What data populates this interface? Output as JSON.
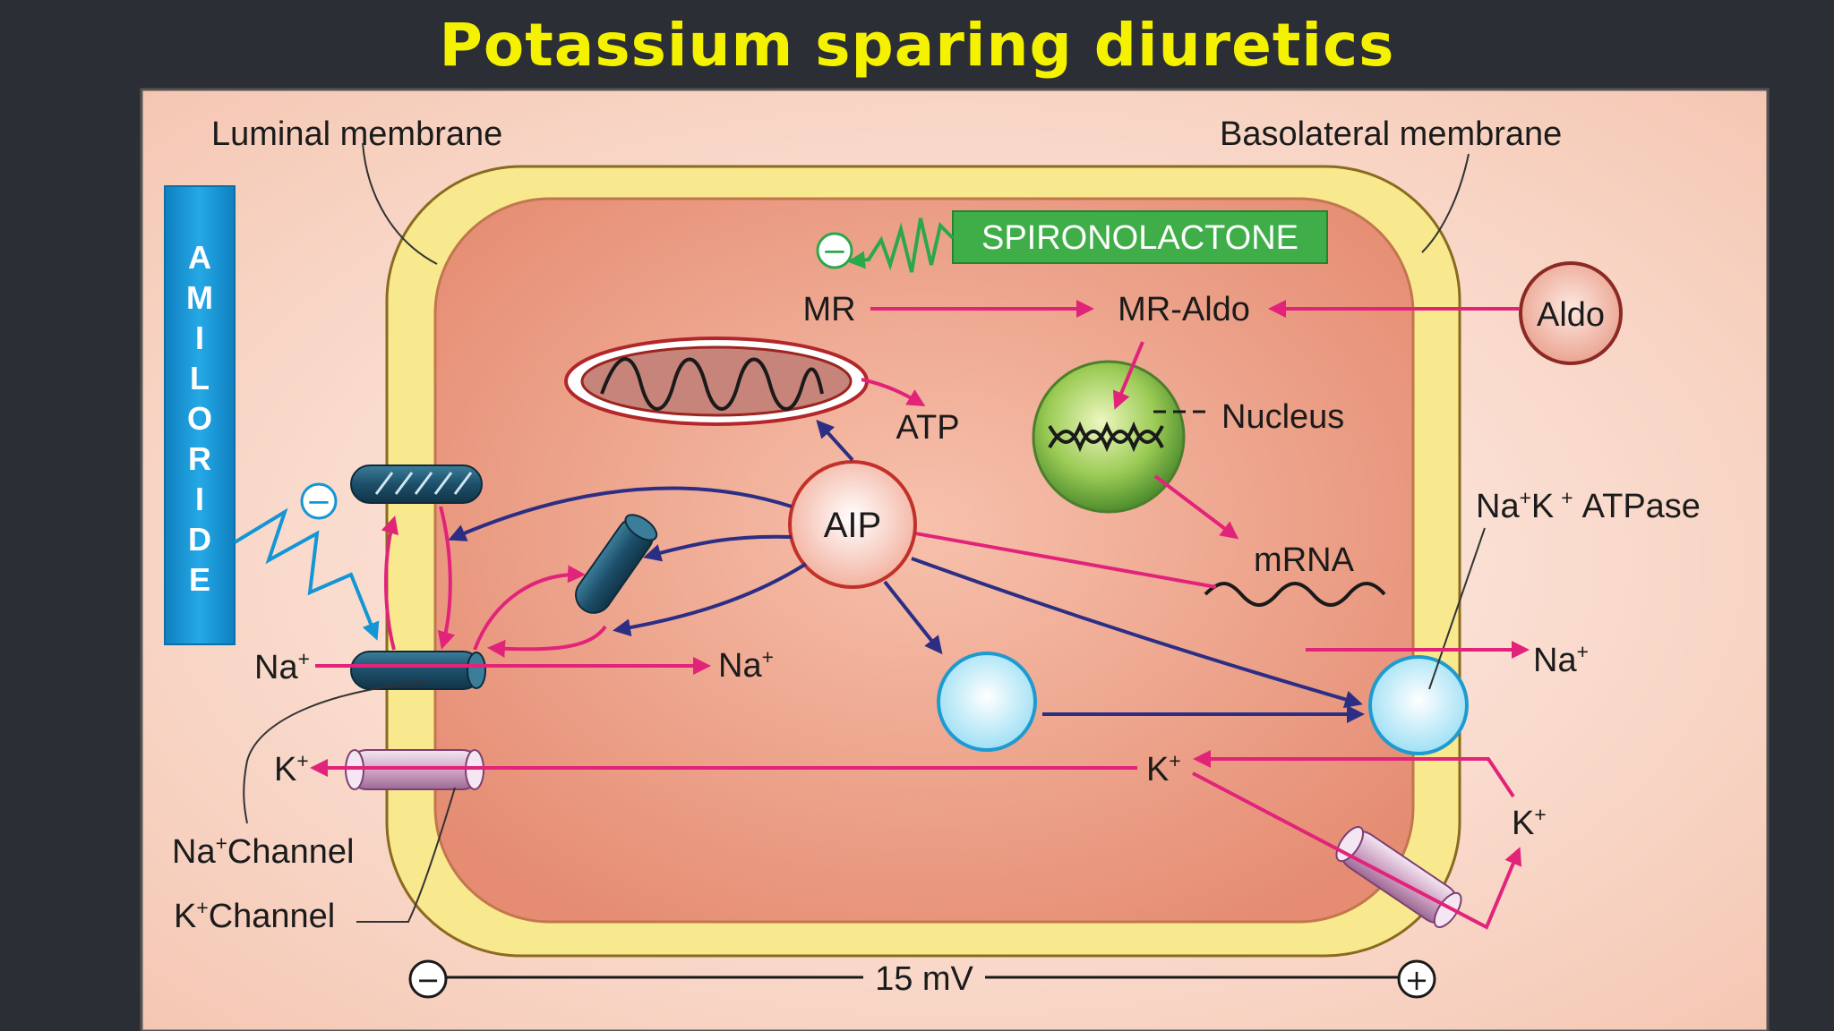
{
  "title": "Potassium sparing diuretics",
  "labels": {
    "luminal_membrane": "Luminal membrane",
    "basolateral_membrane": "Basolateral membrane",
    "amiloride": [
      "A",
      "M",
      "I",
      "L",
      "O",
      "R",
      "I",
      "D",
      "E"
    ],
    "spironolactone": "SPIRONOLACTONE",
    "mr": "MR",
    "mr_aldo": "MR-Aldo",
    "aldo": "Aldo",
    "atp": "ATP",
    "nucleus": "Nucleus",
    "aip": "AIP",
    "mrna": "mRNA",
    "na_k_atpase_pre": "Na",
    "na_k_atpase_mid": "K",
    "na_k_atpase_post": "ATPase",
    "na_symbol": "Na",
    "k_symbol": "K",
    "plus": "+",
    "minus": "−",
    "na_channel_pre": "Na",
    "na_channel_post": "Channel",
    "k_channel_pre": "K",
    "k_channel_post": "Channel",
    "voltage": "15 mV"
  },
  "colors": {
    "title": "#f5f200",
    "background": "#2b2e35",
    "cell_outer": "#f9dccb",
    "membrane": "#f8e98e",
    "cytoplasm": "#eb9a82",
    "amiloride": "#1296d6",
    "spironolactone": "#3fae49",
    "magenta_arrow": "#e2237a",
    "navy_arrow": "#2c2e84"
  }
}
